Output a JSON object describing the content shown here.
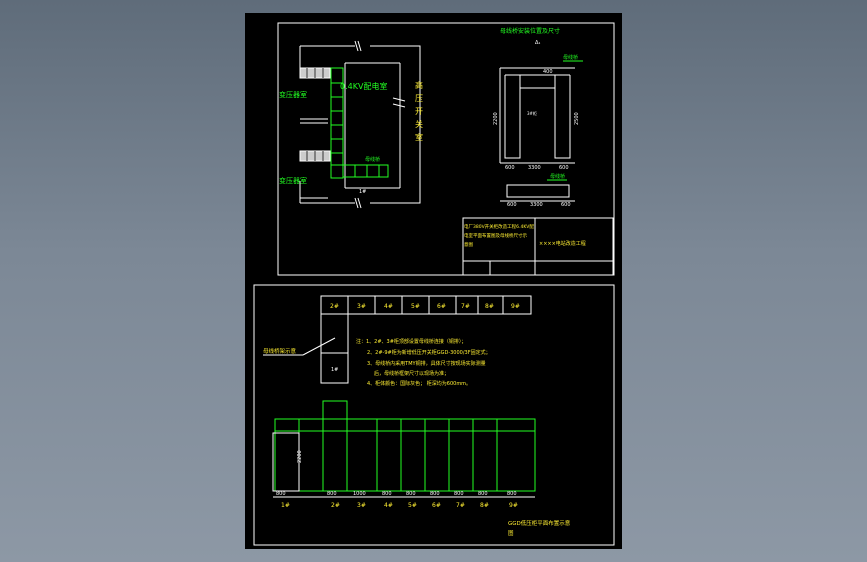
{
  "top_plan": {
    "busbar_bridge_note": "母线桥安装位置及尺寸",
    "dim_symbol": "Δ₁",
    "room_04kv": "0.4KV配电室",
    "room_hv": [
      "高",
      "压",
      "开",
      "关",
      "室"
    ],
    "transformer_room": "变压器室",
    "bus_label": "母线桥",
    "bus_label_right": "母线桥",
    "bus_label_lower": "母线桥",
    "dim_400": "400",
    "dim_600": "600",
    "dim_3300": "3300",
    "dim_2200": "2200",
    "dim_2500": "2500",
    "side_label": "3#柜",
    "dim_600b": "600",
    "dim_1": "1#"
  },
  "title_block": {
    "line1": "电厂380V开关柜改造工程6.4KV配",
    "line2": "电室平面布置图及母线桥尺寸示",
    "line3": "意图",
    "project": "××××电站改造工程"
  },
  "bottom": {
    "cabinets_top": [
      "2#",
      "3#",
      "4#",
      "5#",
      "6#",
      "7#",
      "8#",
      "9#"
    ],
    "left_note": "母线桥架示意",
    "small_label": "1#",
    "notes": [
      "注：1、2#、3#柜顶部设置母线桥连接（铜排）；",
      "2、2#-9#柜为新增低压开关柜GGD-3000/3F固定式；",
      "3、母线桥内采用TMY铜排，具体尺寸按现场实际测量",
      "后，母线桥框架尺寸以现场为准；",
      "4、柜体颜色：国际灰色；  柜深均为600mm。"
    ],
    "dim_2200": "2200",
    "front_dims": [
      "800",
      "800",
      "1000",
      "800",
      "800",
      "800",
      "800",
      "800",
      "800"
    ],
    "front_labels": [
      "1#",
      "2#",
      "3#",
      "4#",
      "5#",
      "6#",
      "7#",
      "8#",
      "9#"
    ],
    "caption_line1": "GGD低压柜平面布置示意",
    "caption_line2": "图"
  }
}
